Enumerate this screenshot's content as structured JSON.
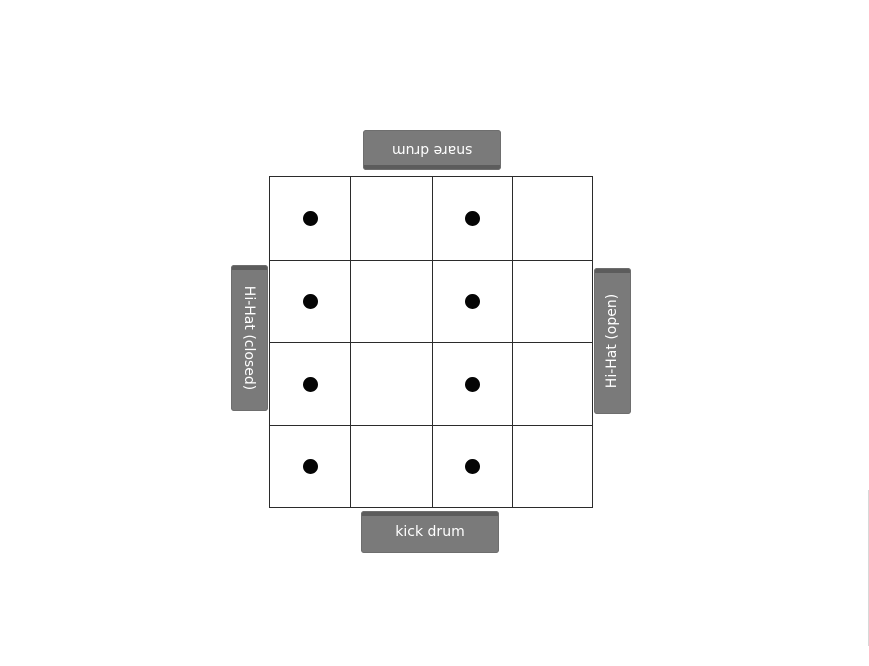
{
  "pads": {
    "top": "snare drum",
    "bottom": "kick drum",
    "left": "Hi-Hat (closed)",
    "right": "Hi-Hat (open)"
  },
  "grid": {
    "rows": 4,
    "columns": 4,
    "active_cells": [
      [
        true,
        false,
        true,
        false
      ],
      [
        true,
        false,
        true,
        false
      ],
      [
        true,
        false,
        true,
        false
      ],
      [
        true,
        false,
        true,
        false
      ]
    ]
  }
}
